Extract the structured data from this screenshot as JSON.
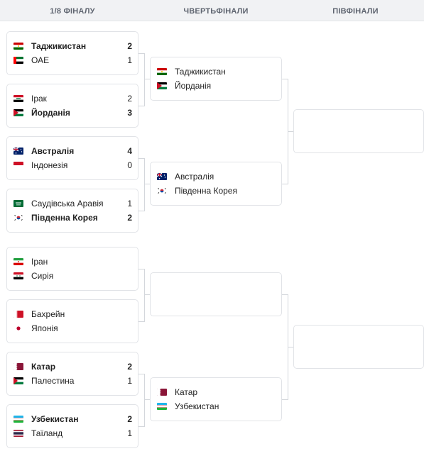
{
  "header": {
    "col1": "1/8 ФІНАЛУ",
    "col2": "ЧВЕРТЬФІНАЛИ",
    "col3": "ПІВФІНАЛИ"
  },
  "r16": [
    {
      "teams": [
        {
          "name": "Таджикистан",
          "score": "2",
          "flag": "tajikistan-flag",
          "win": true
        },
        {
          "name": "ОАЕ",
          "score": "1",
          "flag": "uae-flag",
          "win": false
        }
      ]
    },
    {
      "teams": [
        {
          "name": "Ірак",
          "score": "2",
          "flag": "iraq-flag",
          "win": false
        },
        {
          "name": "Йорданія",
          "score": "3",
          "flag": "jordan-flag",
          "win": true
        }
      ]
    },
    {
      "teams": [
        {
          "name": "Австралія",
          "score": "4",
          "flag": "australia-flag",
          "win": true
        },
        {
          "name": "Індонезія",
          "score": "0",
          "flag": "indonesia-flag",
          "win": false
        }
      ]
    },
    {
      "teams": [
        {
          "name": "Саудівська Аравія",
          "score": "1",
          "flag": "saudi-arabia-flag",
          "win": false
        },
        {
          "name": "Південна Корея",
          "score": "2",
          "flag": "south-korea-flag",
          "win": true
        }
      ]
    },
    {
      "teams": [
        {
          "name": "Іран",
          "score": "",
          "flag": "iran-flag",
          "win": false
        },
        {
          "name": "Сирія",
          "score": "",
          "flag": "syria-flag",
          "win": false
        }
      ]
    },
    {
      "teams": [
        {
          "name": "Бахрейн",
          "score": "",
          "flag": "bahrain-flag",
          "win": false
        },
        {
          "name": "Японія",
          "score": "",
          "flag": "japan-flag",
          "win": false
        }
      ]
    },
    {
      "teams": [
        {
          "name": "Катар",
          "score": "2",
          "flag": "qatar-flag",
          "win": true
        },
        {
          "name": "Палестина",
          "score": "1",
          "flag": "palestine-flag",
          "win": false
        }
      ]
    },
    {
      "teams": [
        {
          "name": "Узбекистан",
          "score": "2",
          "flag": "uzbekistan-flag",
          "win": true
        },
        {
          "name": "Таїланд",
          "score": "1",
          "flag": "thailand-flag",
          "win": false
        }
      ]
    }
  ],
  "qf": [
    {
      "teams": [
        {
          "name": "Таджикистан",
          "score": "",
          "flag": "tajikistan-flag",
          "win": false
        },
        {
          "name": "Йорданія",
          "score": "",
          "flag": "jordan-flag",
          "win": false
        }
      ]
    },
    {
      "teams": [
        {
          "name": "Австралія",
          "score": "",
          "flag": "australia-flag",
          "win": false
        },
        {
          "name": "Південна Корея",
          "score": "",
          "flag": "south-korea-flag",
          "win": false
        }
      ]
    },
    {
      "teams": []
    },
    {
      "teams": [
        {
          "name": "Катар",
          "score": "",
          "flag": "qatar-flag",
          "win": false
        },
        {
          "name": "Узбекистан",
          "score": "",
          "flag": "uzbekistan-flag",
          "win": false
        }
      ]
    }
  ],
  "sf": [
    {
      "teams": []
    },
    {
      "teams": []
    }
  ]
}
